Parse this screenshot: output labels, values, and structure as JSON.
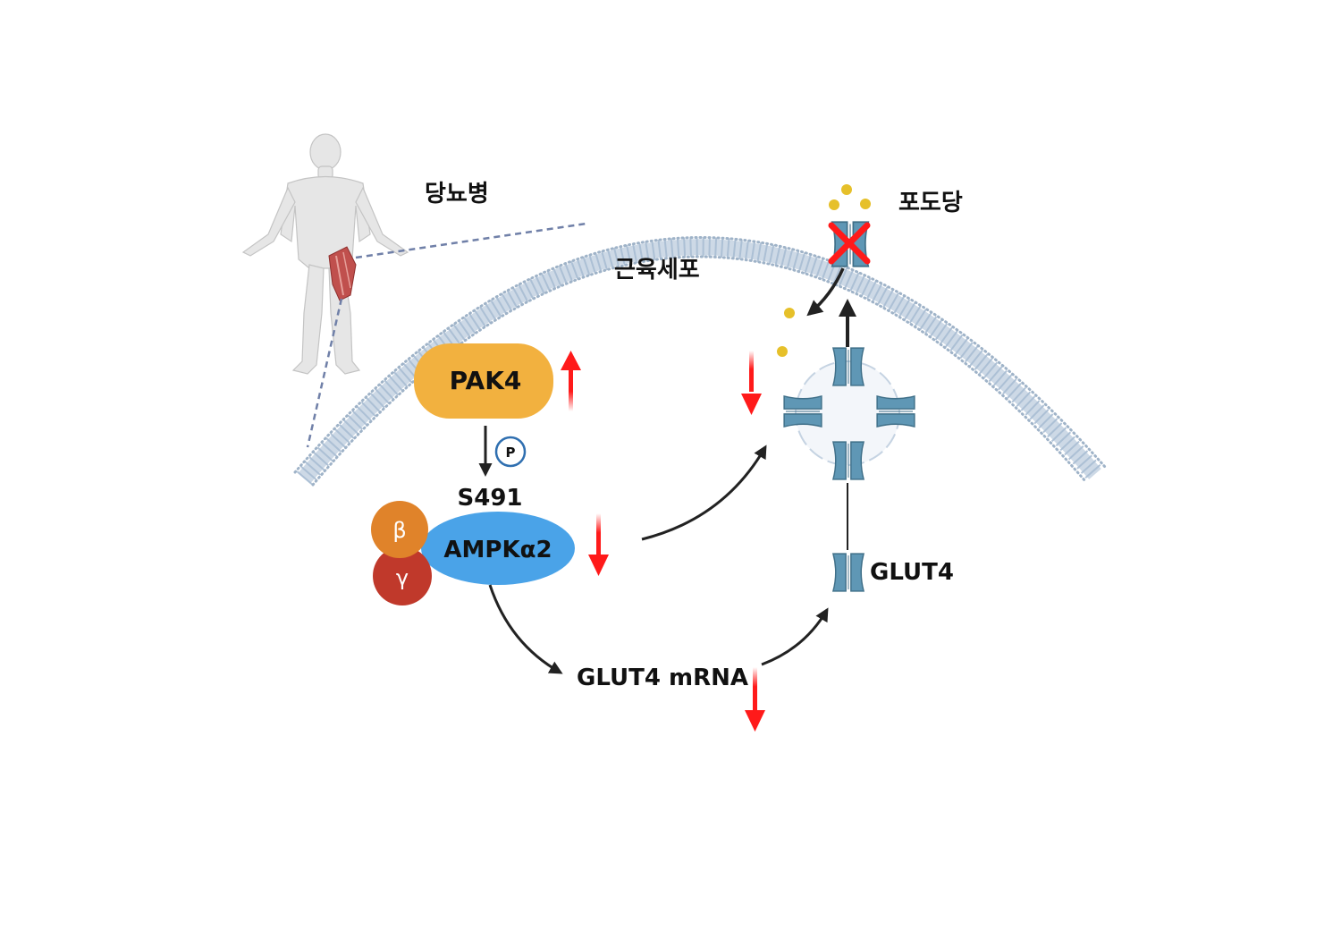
{
  "labels": {
    "diabetes": "당뇨병",
    "muscle_cell": "근육세포",
    "glucose": "포도당",
    "pak4": "PAK4",
    "phospho": "P",
    "site": "S491",
    "ampk": "AMPKα2",
    "beta": "β",
    "gamma": "γ",
    "glut4": "GLUT4",
    "glut4_mrna": "GLUT4 mRNA"
  },
  "changes": {
    "pak4": "up",
    "ampk": "down",
    "glut4_vesicle": "down",
    "glut4_mrna": "down"
  },
  "colors": {
    "pak4": "#f2b13f",
    "ampk": "#4aa3e8",
    "beta": "#e0832a",
    "gamma": "#c0392b",
    "glut4": "#5f97b5",
    "glucose": "#e6c02a",
    "regulation_arrow": "#ff1a1a",
    "membrane": "#b8c9dc"
  },
  "icons": [
    "human-body-icon",
    "leg-muscle-icon",
    "glut4-transporter-icon",
    "blocked-x-icon",
    "glucose-molecule-icon"
  ]
}
